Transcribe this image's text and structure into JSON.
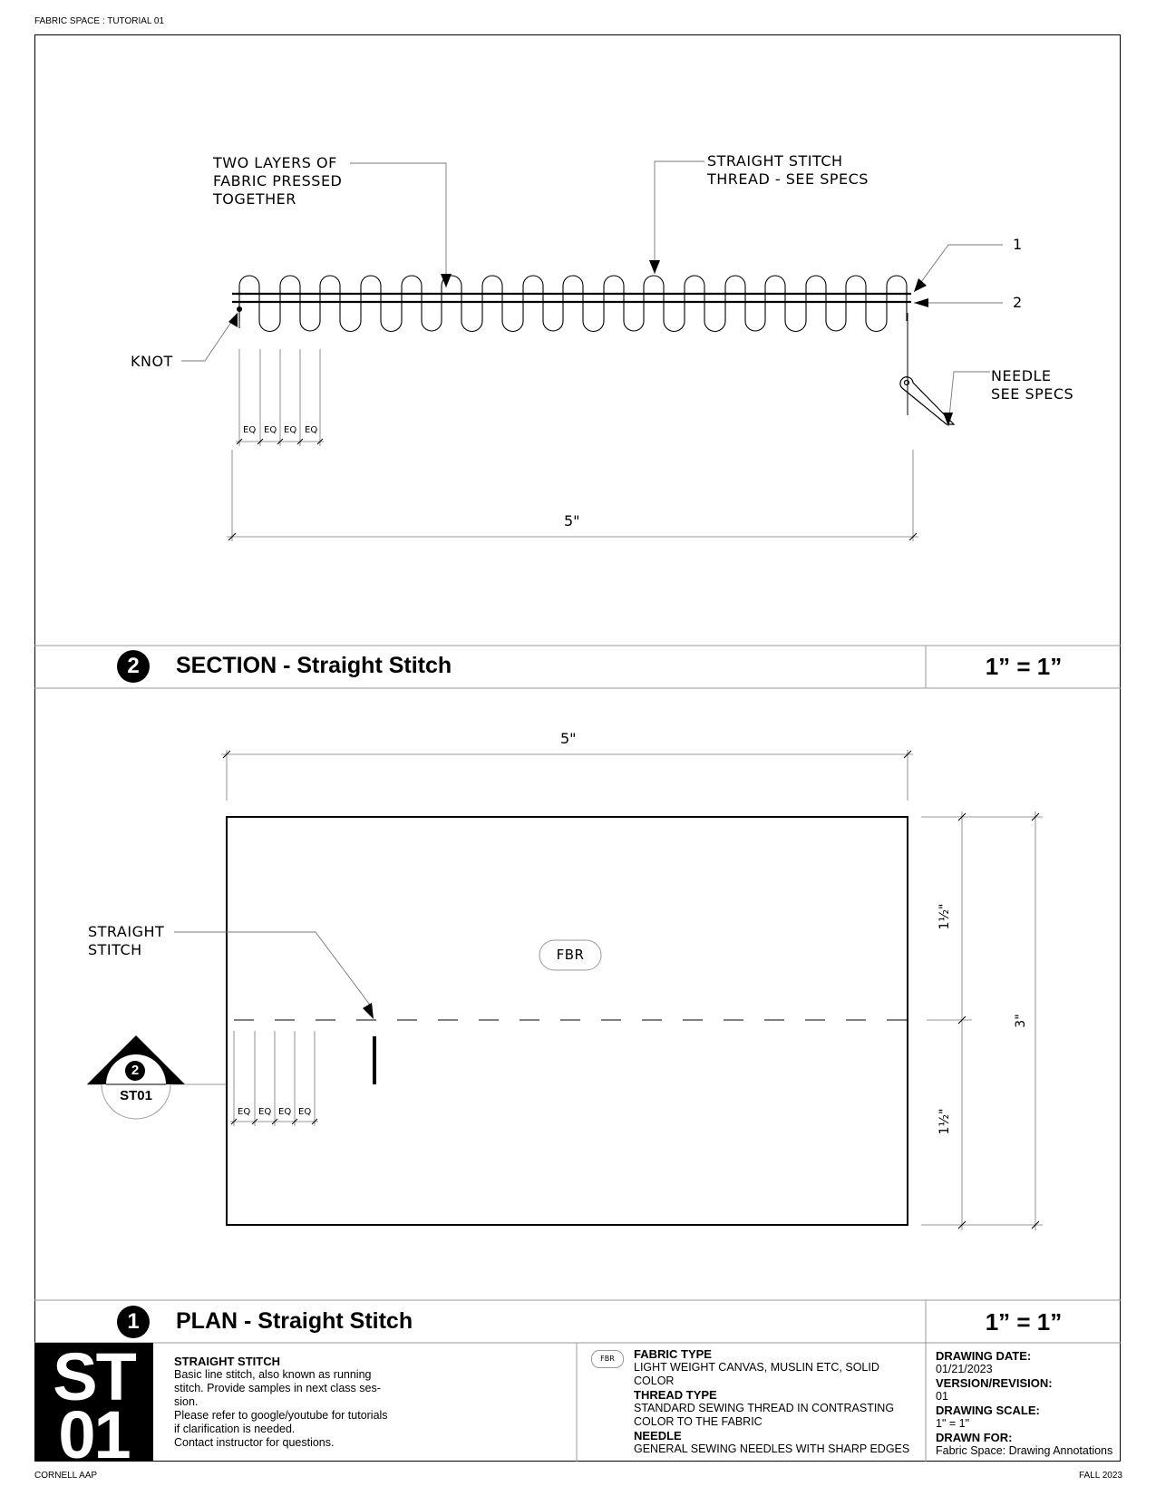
{
  "header": {
    "project": "FABRIC SPACE : TUTORIAL 01"
  },
  "footer": {
    "left": "CORNELL AAP",
    "right": "FALL 2023"
  },
  "section": {
    "number": "2",
    "title": "SECTION - Straight Stitch",
    "scale": "1” = 1”",
    "notes": {
      "layers": "TWO LAYERS OF\nFABRIC PRESSED\nTOGETHER",
      "thread": "STRAIGHT STITCH\nTHREAD - SEE SPECS",
      "knot": "KNOT",
      "needle": "NEEDLE\nSEE SPECS",
      "layer1": "1",
      "layer2": "2"
    },
    "eq": [
      "EQ",
      "EQ",
      "EQ",
      "EQ"
    ],
    "dimension": "5\""
  },
  "plan": {
    "number": "1",
    "title": "PLAN - Straight Stitch",
    "scale": "1” = 1”",
    "notes": {
      "stitch": "STRAIGHT\nSTITCH"
    },
    "fabric_tag": "FBR",
    "eq": [
      "EQ",
      "EQ",
      "EQ",
      "EQ"
    ],
    "dim_width": "5\"",
    "dim_half_top": "1½\"",
    "dim_half_bottom": "1½\"",
    "dim_total": "3\"",
    "section_marker": {
      "number": "2",
      "sheet": "ST01"
    }
  },
  "title_block": {
    "sheet_top": "ST",
    "sheet_bottom": "01",
    "description_title": "STRAIGHT STITCH",
    "description_lines": [
      "Basic line stitch, also known as running",
      "stitch. Provide samples in next class ses-",
      "sion.",
      "Please refer to google/youtube for tutorials",
      "if clarification is needed.",
      "Contact instructor for questions."
    ],
    "legend_tag": "FBR",
    "specs": [
      {
        "label": "FABRIC TYPE",
        "value": [
          "LIGHT WEIGHT CANVAS, MUSLIN ETC, SOLID",
          "COLOR"
        ]
      },
      {
        "label": "THREAD TYPE",
        "value": [
          "STANDARD SEWING THREAD IN CONTRASTING",
          "COLOR TO THE FABRIC"
        ]
      },
      {
        "label": "NEEDLE",
        "value": [
          "GENERAL SEWING NEEDLES WITH SHARP EDGES"
        ]
      }
    ],
    "info": [
      {
        "label": "DRAWING DATE:",
        "value": "01/21/2023"
      },
      {
        "label": "VERSION/REVISION:",
        "value": "01"
      },
      {
        "label": "DRAWING SCALE:",
        "value": "1\" = 1\""
      },
      {
        "label": "DRAWN FOR:",
        "value": "Fabric Space: Drawing Annotations"
      }
    ]
  }
}
